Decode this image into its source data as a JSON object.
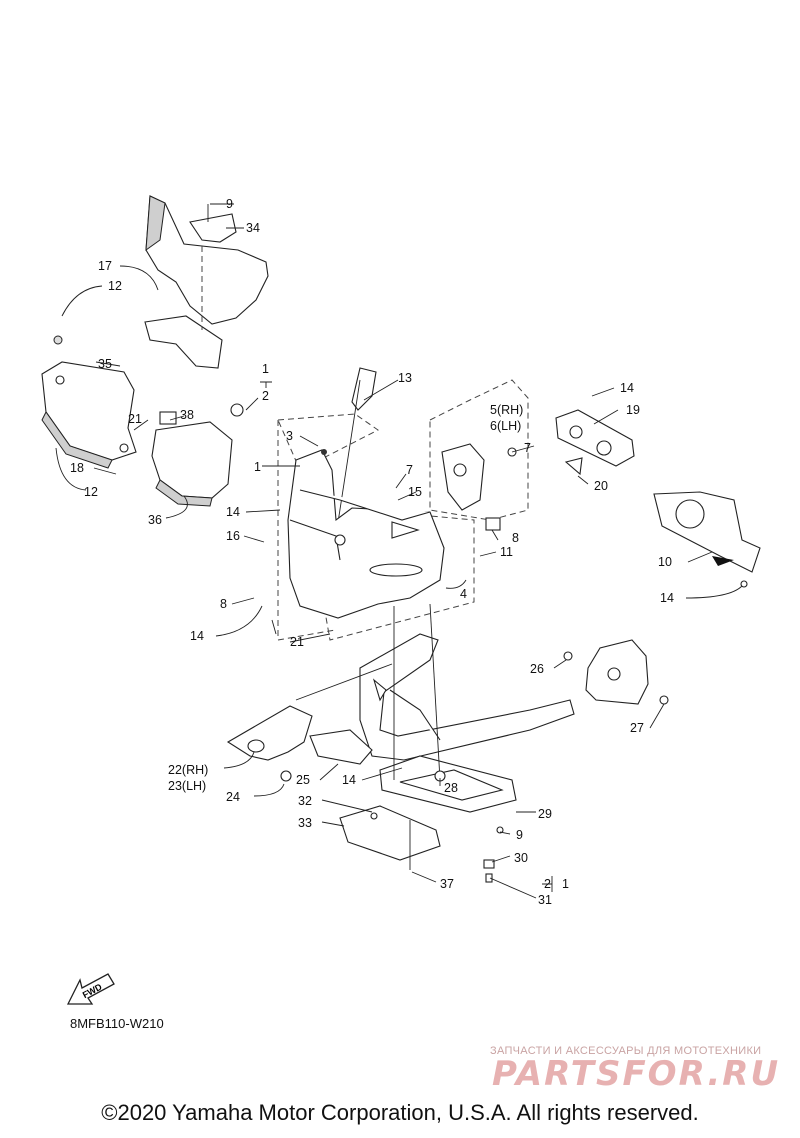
{
  "diagram": {
    "callouts": [
      {
        "id": "c9a",
        "text": "9"
      },
      {
        "id": "c34",
        "text": "34"
      },
      {
        "id": "c17",
        "text": "17"
      },
      {
        "id": "c12a",
        "text": "12"
      },
      {
        "id": "c35",
        "text": "35"
      },
      {
        "id": "c1a",
        "text": "1"
      },
      {
        "id": "c2a",
        "text": "2"
      },
      {
        "id": "c13",
        "text": "13"
      },
      {
        "id": "c21a",
        "text": "21"
      },
      {
        "id": "c38",
        "text": "38"
      },
      {
        "id": "c18",
        "text": "18"
      },
      {
        "id": "c12b",
        "text": "12"
      },
      {
        "id": "c36",
        "text": "36"
      },
      {
        "id": "c3",
        "text": "3"
      },
      {
        "id": "c1b",
        "text": "1"
      },
      {
        "id": "c14a",
        "text": "14"
      },
      {
        "id": "c16",
        "text": "16"
      },
      {
        "id": "c8a",
        "text": "8"
      },
      {
        "id": "c14b",
        "text": "14"
      },
      {
        "id": "c21b",
        "text": "21"
      },
      {
        "id": "c5",
        "text": "5(RH)"
      },
      {
        "id": "c6",
        "text": "6(LH)"
      },
      {
        "id": "c7a",
        "text": "7"
      },
      {
        "id": "c7b",
        "text": "7"
      },
      {
        "id": "c15",
        "text": "15"
      },
      {
        "id": "c8b",
        "text": "8"
      },
      {
        "id": "c11",
        "text": "11"
      },
      {
        "id": "c4",
        "text": "4"
      },
      {
        "id": "c14c",
        "text": "14"
      },
      {
        "id": "c19",
        "text": "19"
      },
      {
        "id": "c20",
        "text": "20"
      },
      {
        "id": "c10",
        "text": "10"
      },
      {
        "id": "c14d",
        "text": "14"
      },
      {
        "id": "c26",
        "text": "26"
      },
      {
        "id": "c27",
        "text": "27"
      },
      {
        "id": "c22",
        "text": "22(RH)"
      },
      {
        "id": "c23",
        "text": "23(LH)"
      },
      {
        "id": "c24",
        "text": "24"
      },
      {
        "id": "c25",
        "text": "25"
      },
      {
        "id": "c14e",
        "text": "14"
      },
      {
        "id": "c28",
        "text": "28"
      },
      {
        "id": "c32",
        "text": "32"
      },
      {
        "id": "c33",
        "text": "33"
      },
      {
        "id": "c29",
        "text": "29"
      },
      {
        "id": "c9b",
        "text": "9"
      },
      {
        "id": "c30",
        "text": "30"
      },
      {
        "id": "c37",
        "text": "37"
      },
      {
        "id": "c2b",
        "text": "2"
      },
      {
        "id": "c1c",
        "text": "1"
      },
      {
        "id": "c31",
        "text": "31"
      }
    ],
    "fwd_label": "FWD",
    "diagram_code": "8MFB110-W210"
  },
  "watermark": {
    "tagline": "ЗАПЧАСТИ И АКСЕССУАРЫ ДЛЯ МОТОТЕХНИКИ",
    "brand": "PARTSFOR.RU"
  },
  "copyright": "©2020 Yamaha Motor Corporation, U.S.A. All rights reserved."
}
